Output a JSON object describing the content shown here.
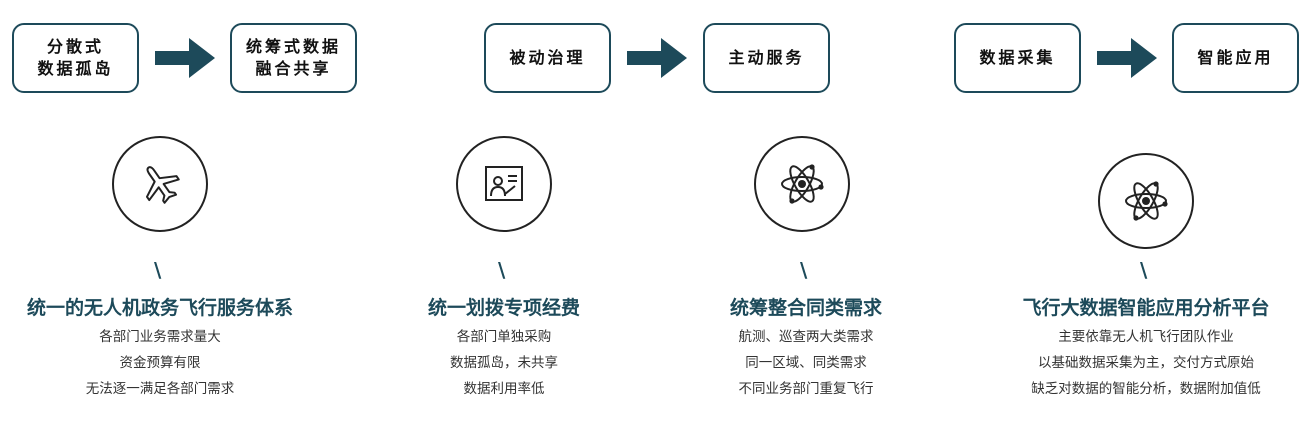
{
  "flows": [
    {
      "from_lines": [
        "分散式",
        "数据孤岛"
      ],
      "to_lines": [
        "统筹式数据",
        "融合共享"
      ]
    },
    {
      "from_lines": [
        "被动治理"
      ],
      "to_lines": [
        "主动服务"
      ]
    },
    {
      "from_lines": [
        "数据采集"
      ],
      "to_lines": [
        "智能应用"
      ]
    }
  ],
  "accent_color": "#1d4a5a",
  "columns": [
    {
      "icon": "airplane-icon",
      "title": "统一的无人机政务飞行服务体系",
      "lines": [
        "各部门业务需求量大",
        "资金预算有限",
        "无法逐一满足各部门需求"
      ]
    },
    {
      "icon": "presentation-board-icon",
      "title": "统一划拨专项经费",
      "lines": [
        "各部门单独采购",
        "数据孤岛，未共享",
        "数据利用率低"
      ]
    },
    {
      "icon": "atom-icon",
      "title": "统筹整合同类需求",
      "lines": [
        "航测、巡查两大类需求",
        "同一区域、同类需求",
        "不同业务部门重复飞行"
      ]
    },
    {
      "icon": "atom-icon",
      "title": "飞行大数据智能应用分析平台",
      "lines": [
        "主要依靠无人机飞行团队作业",
        "以基础数据采集为主，交付方式原始",
        "缺乏对数据的智能分析，数据附加值低"
      ]
    }
  ]
}
